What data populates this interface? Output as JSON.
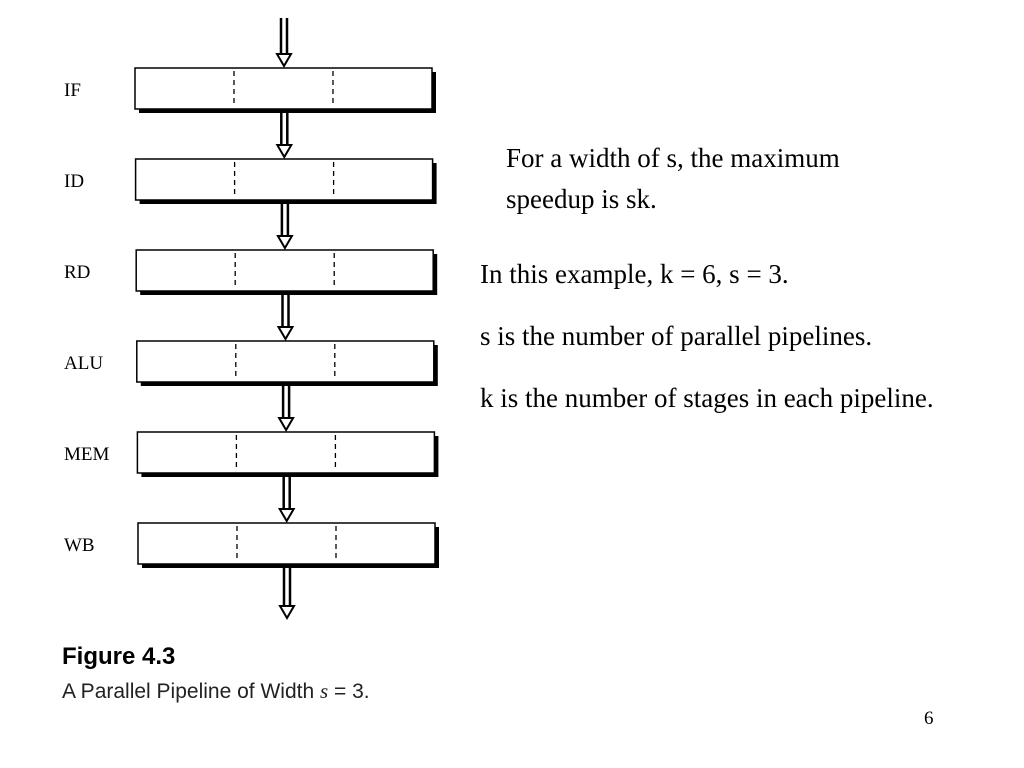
{
  "diagram": {
    "stages": [
      "IF",
      "ID",
      "RD",
      "ALU",
      "MEM",
      "WB"
    ],
    "width": 3
  },
  "figure": {
    "title": "Figure 4.3",
    "caption_prefix": "A Parallel Pipeline of Width ",
    "caption_var": "s",
    "caption_suffix": " = 3."
  },
  "notes": {
    "speedup": "For a width of s, the maximum speedup is sk.",
    "example": "In this example, k = 6, s = 3.",
    "s_def": "s is the number of parallel pipelines.",
    "k_def": "k is the number of stages in each pipeline."
  },
  "page_number": "6"
}
